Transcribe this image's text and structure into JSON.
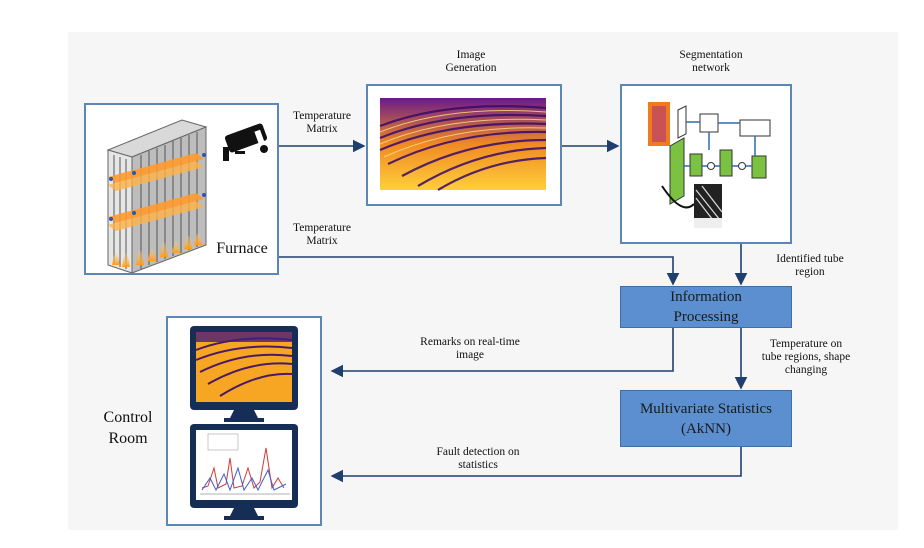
{
  "labels": {
    "image_generation": "Image\nGeneration",
    "segmentation_network": "Segmentation\nnetwork",
    "temperature_matrix_top": "Temperature\nMatrix",
    "temperature_matrix_bottom": "Temperature\nMatrix",
    "furnace": "Furnace",
    "identified_tube_region": "Identified tube\nregion",
    "information_processing": "Information\nProcessing",
    "remarks_realtime": "Remarks on real-time\nimage",
    "temperature_tube_regions": "Temperature on\ntube regions, shape\nchanging",
    "multivariate_statistics": "Multivariate Statistics\n(AkNN)",
    "fault_detection": "Fault detection on\nstatistics",
    "control_room": "Control\nRoom"
  },
  "colors": {
    "frame_border": "#5b86b8",
    "process_box": "#5b8fd0",
    "arrow": "#1f3f6e"
  },
  "icons": {
    "camera": "cctv-camera-icon",
    "furnace": "furnace-illustration",
    "monitor_top": "monitor-icon",
    "monitor_bottom": "monitor-icon"
  }
}
